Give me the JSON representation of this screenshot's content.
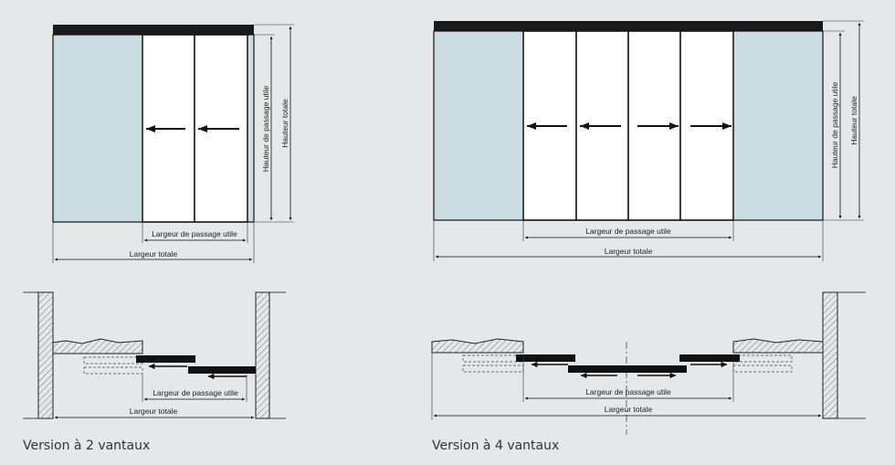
{
  "labels": {
    "usable_width": "Largeur de passage utile",
    "total_width": "Largeur totale",
    "usable_height": "Hauteur de passage utile",
    "total_height": "Hauteur totale"
  },
  "versions": [
    {
      "caption": "Version à 2 vantaux",
      "leaves": 2
    },
    {
      "caption": "Version à 4 vantaux",
      "leaves": 4
    }
  ],
  "colors": {
    "background": "#e6e7e9",
    "fixed_glass": "#c9dde3",
    "sliding_leaf": "#ffffff",
    "frame": "#1a1a1a"
  }
}
